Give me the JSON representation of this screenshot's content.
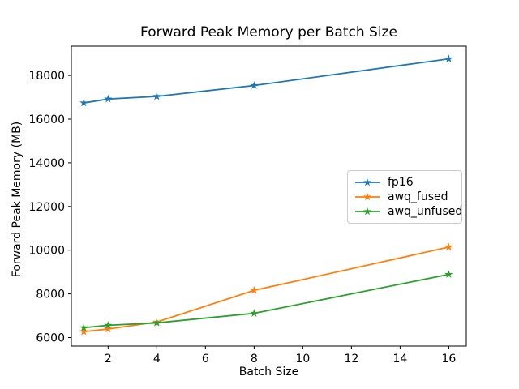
{
  "chart_data": {
    "type": "line",
    "title": "Forward Peak Memory per Batch Size",
    "xlabel": "Batch Size",
    "ylabel": "Forward Peak Memory (MB)",
    "x": [
      1,
      2,
      4,
      8,
      16
    ],
    "series": [
      {
        "name": "fp16",
        "color": "#1f77b4",
        "values": [
          16740,
          16920,
          17040,
          17540,
          18760
        ]
      },
      {
        "name": "awq_fused",
        "color": "#ff7f0e",
        "values": [
          6270,
          6390,
          6710,
          8160,
          10140
        ]
      },
      {
        "name": "awq_unfused",
        "color": "#2ca02c",
        "values": [
          6450,
          6560,
          6670,
          7110,
          8890
        ]
      }
    ],
    "marker": "star",
    "xticks": [
      2,
      4,
      6,
      8,
      10,
      12,
      14,
      16
    ],
    "yticks": [
      6000,
      8000,
      10000,
      12000,
      14000,
      16000,
      18000
    ],
    "xlim": [
      0.49,
      16.72
    ],
    "ylim": [
      5610,
      19340
    ],
    "grid": false,
    "legend": {
      "position": "center right",
      "entries": [
        "fp16",
        "awq_fused",
        "awq_unfused"
      ]
    }
  },
  "axes": {
    "spine_color": "#000000",
    "tick_color": "#000000",
    "background": "#ffffff"
  }
}
